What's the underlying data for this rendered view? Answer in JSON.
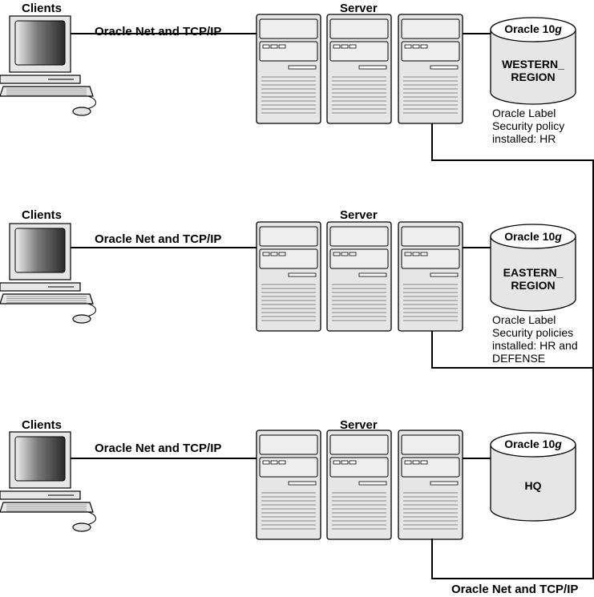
{
  "rows": [
    {
      "clients_label": "Clients",
      "server_label": "Server",
      "connection_label": "Oracle Net and TCP/IP",
      "db_version_prefix": "Oracle 10",
      "db_version_suffix": "g",
      "db_name_line1": "WESTERN_",
      "db_name_line2": "REGION",
      "policy_lines": [
        "Oracle Label",
        "Security policy",
        "installed: HR"
      ]
    },
    {
      "clients_label": "Clients",
      "server_label": "Server",
      "connection_label": "Oracle Net and TCP/IP",
      "db_version_prefix": "Oracle 10",
      "db_version_suffix": "g",
      "db_name_line1": "EASTERN_",
      "db_name_line2": "REGION",
      "policy_lines": [
        "Oracle Label",
        "Security policies",
        "installed: HR and",
        "DEFENSE"
      ]
    },
    {
      "clients_label": "Clients",
      "server_label": "Server",
      "connection_label": "Oracle Net and TCP/IP",
      "db_version_prefix": "Oracle 10",
      "db_version_suffix": "g",
      "db_name_line1": "HQ"
    }
  ],
  "backbone_label": "Oracle Net and TCP/IP",
  "icons": [
    "computer-icon",
    "server-icon",
    "database-icon"
  ],
  "colors": {
    "device_fill": "#e6e6e6",
    "screen_dark": "#2a2a2a",
    "line": "#000000"
  }
}
